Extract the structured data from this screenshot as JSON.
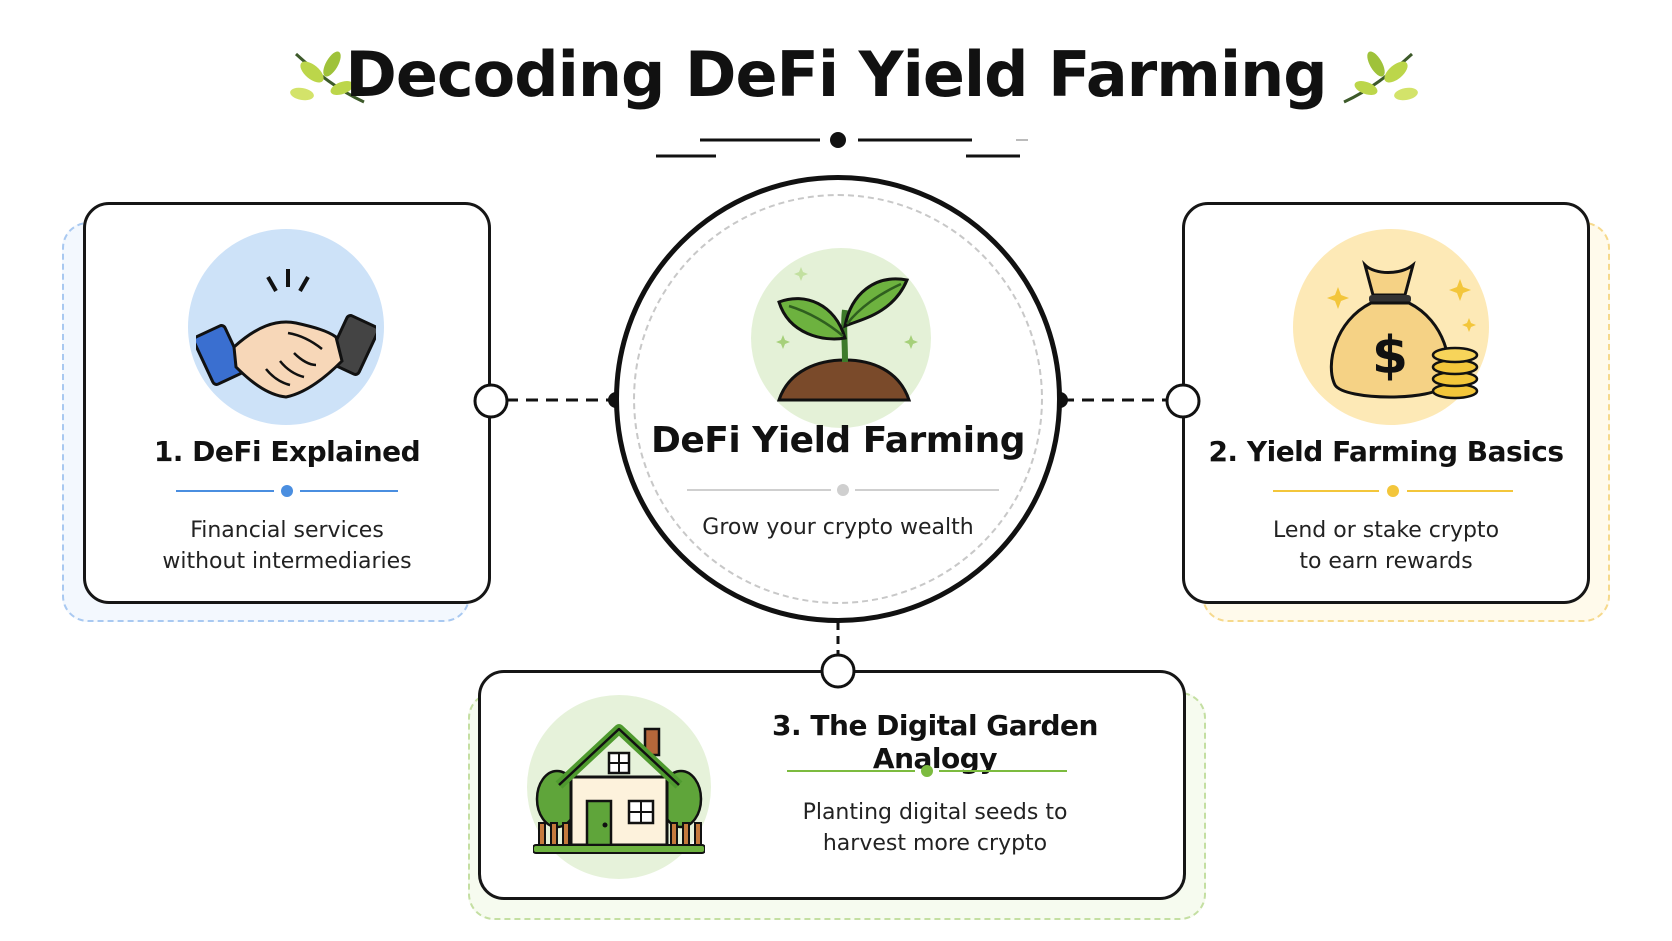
{
  "title": "Decoding DeFi Yield Farming",
  "center": {
    "title": "DeFi Yield Farming",
    "subtitle": "Grow your crypto wealth",
    "icon": "sprout-icon"
  },
  "cards": [
    {
      "title": "1. DeFi Explained",
      "description_lines": [
        "Financial services",
        "without intermediaries"
      ],
      "icon": "handshake-icon",
      "accent": "#4a8ee0"
    },
    {
      "title": "2. Yield Farming Basics",
      "description_lines": [
        "Lend or stake crypto",
        "to earn rewards"
      ],
      "icon": "money-bag-icon",
      "accent": "#f3c63b"
    },
    {
      "title": "3. The Digital Garden Analogy",
      "description_lines": [
        "Planting digital seeds to",
        "harvest more crypto"
      ],
      "icon": "house-icon",
      "accent": "#7cbb3f"
    }
  ],
  "decor": {
    "title_icons": "leaf-sprig-icon"
  }
}
